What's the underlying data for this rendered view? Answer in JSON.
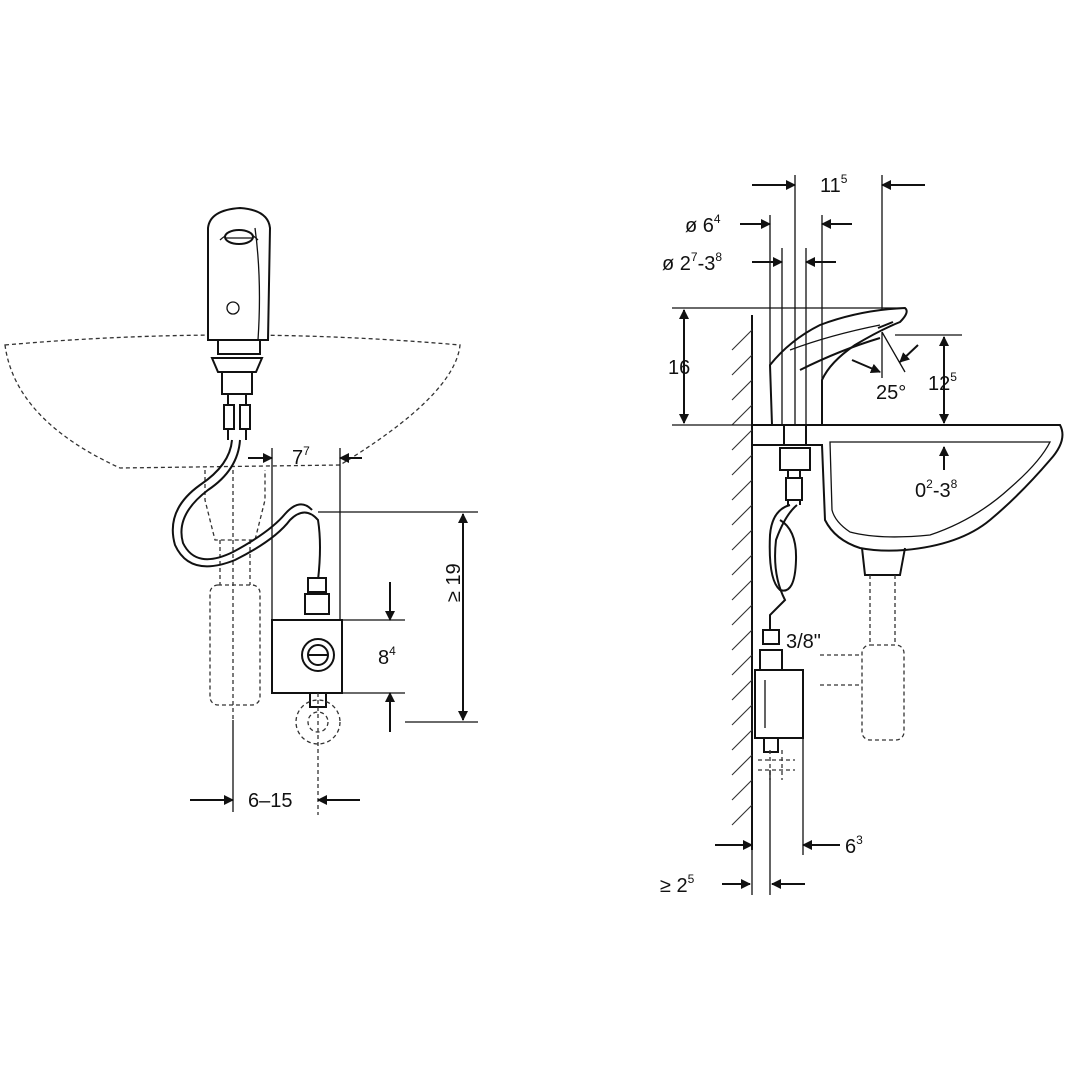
{
  "front_view": {
    "dimensions": {
      "spout_to_box": {
        "base": "7",
        "sup": "7"
      },
      "box_height": {
        "base": "8",
        "sup": "4"
      },
      "min_height": {
        "base": "≥ 19",
        "sup": ""
      },
      "offset_range": {
        "base": "6–15",
        "sup": ""
      }
    }
  },
  "side_view": {
    "dimensions": {
      "spout_reach": {
        "base": "11",
        "sup": "5"
      },
      "pipe_diameter": {
        "base": "ø 6",
        "sup": "4"
      },
      "hole_diameter": {
        "base": "ø 2",
        "sup": "7",
        "base2": "-3",
        "sup2": "8"
      },
      "faucet_height": {
        "base": "16",
        "sup": ""
      },
      "spout_height": {
        "base": "12",
        "sup": "5"
      },
      "spout_angle": {
        "base": "25°",
        "sup": ""
      },
      "deck_thickness": {
        "base": "0",
        "sup": "2",
        "base2": "-3",
        "sup2": "8"
      },
      "connection": {
        "base": "3/8\"",
        "sup": ""
      },
      "box_depth": {
        "base": "6",
        "sup": "3"
      },
      "wall_clearance": {
        "base": "≥ 2",
        "sup": "5"
      }
    }
  }
}
